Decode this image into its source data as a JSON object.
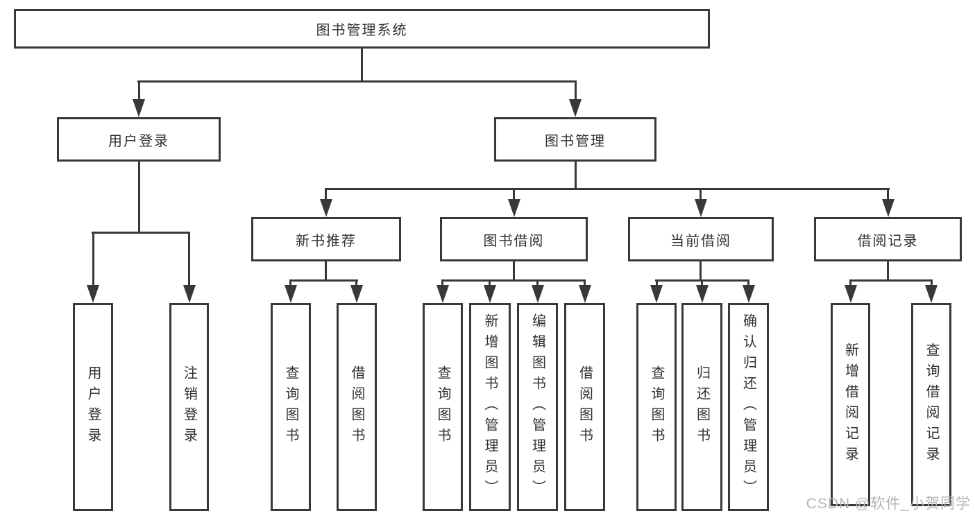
{
  "diagram": {
    "title": "图书管理系统",
    "root": {
      "label": "图书管理系统"
    },
    "branches": [
      {
        "label": "用户登录",
        "children": [
          {
            "label": "用户登录"
          },
          {
            "label": "注销登录"
          }
        ]
      },
      {
        "label": "图书管理",
        "groups": [
          {
            "label": "新书推荐",
            "children": [
              {
                "label": "查询图书"
              },
              {
                "label": "借阅图书"
              }
            ]
          },
          {
            "label": "图书借阅",
            "children": [
              {
                "label": "查询图书"
              },
              {
                "label": "新增图书（管理员）"
              },
              {
                "label": "编辑图书（管理员）"
              },
              {
                "label": "借阅图书"
              }
            ]
          },
          {
            "label": "当前借阅",
            "children": [
              {
                "label": "查询图书"
              },
              {
                "label": "归还图书"
              },
              {
                "label": "确认归还（管理员）"
              }
            ]
          },
          {
            "label": "借阅记录",
            "children": [
              {
                "label": "新增借阅记录"
              },
              {
                "label": "查询借阅记录"
              }
            ]
          }
        ]
      }
    ]
  },
  "watermark": {
    "text": "CSDN @软件_小贺同学"
  },
  "colors": {
    "line": "#383838",
    "text": "#303030",
    "watermark": "#b5b5b5",
    "background": "#ffffff"
  }
}
